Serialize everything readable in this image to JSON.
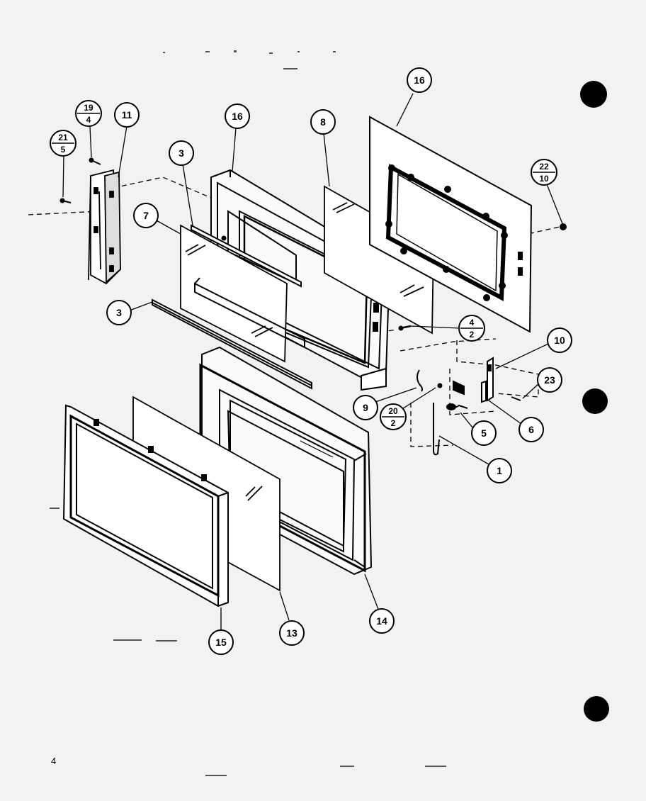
{
  "page": {
    "number": "4"
  },
  "callouts": {
    "c1": "1",
    "c3a": "3",
    "c3b": "3",
    "c5": "5",
    "c6": "6",
    "c7": "7",
    "c8": "8",
    "c9": "9",
    "c10": "10",
    "c11": "11",
    "c13": "13",
    "c14": "14",
    "c15": "15",
    "c16a": "16",
    "c16b": "16",
    "c23": "23"
  },
  "fractions": {
    "f19_4": {
      "top": "19",
      "bottom": "4"
    },
    "f21_5": {
      "top": "21",
      "bottom": "5"
    },
    "f22_10": {
      "top": "22",
      "bottom": "10"
    },
    "f4_2": {
      "top": "4",
      "bottom": "2"
    },
    "f20_2": {
      "top": "20",
      "bottom": "2"
    }
  }
}
